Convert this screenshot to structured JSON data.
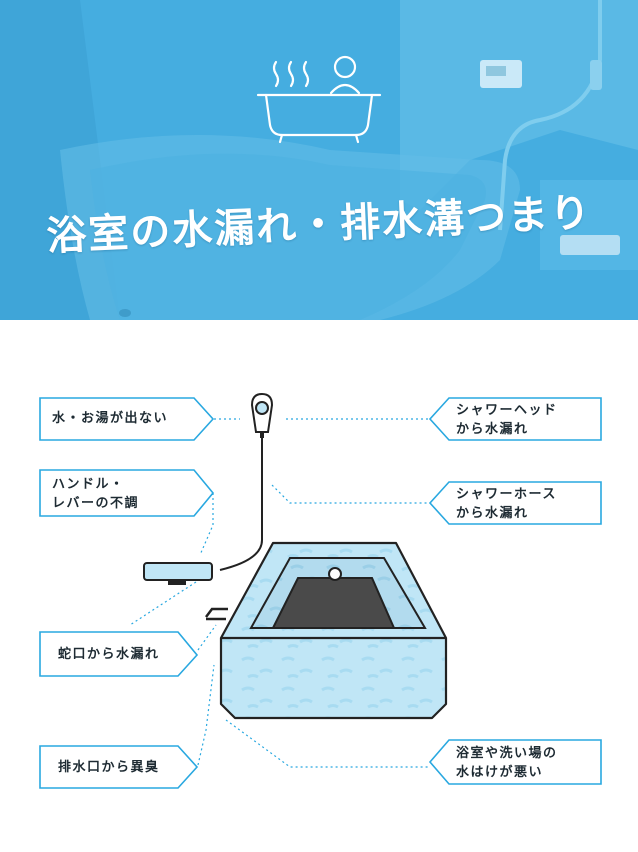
{
  "hero": {
    "title": "浴室の水漏れ・排水溝つまり",
    "icon": "bath-person-icon",
    "accent": "#3aa7d9"
  },
  "diagram": {
    "tub_color": "#bfe6f6",
    "frame_color": "#29a8e0",
    "left_labels": [
      {
        "lines": [
          "水・お湯が出ない"
        ]
      },
      {
        "lines": [
          "ハンドル・",
          "レバーの不調"
        ]
      },
      {
        "lines": [
          "蛇口から水漏れ"
        ]
      },
      {
        "lines": [
          "排水口から異臭"
        ]
      }
    ],
    "right_labels": [
      {
        "lines": [
          "シャワーヘッド",
          "から水漏れ"
        ]
      },
      {
        "lines": [
          "シャワーホース",
          "から水漏れ"
        ]
      },
      {
        "lines": [
          "浴室や洗い場の",
          "水はけが悪い"
        ]
      }
    ]
  }
}
